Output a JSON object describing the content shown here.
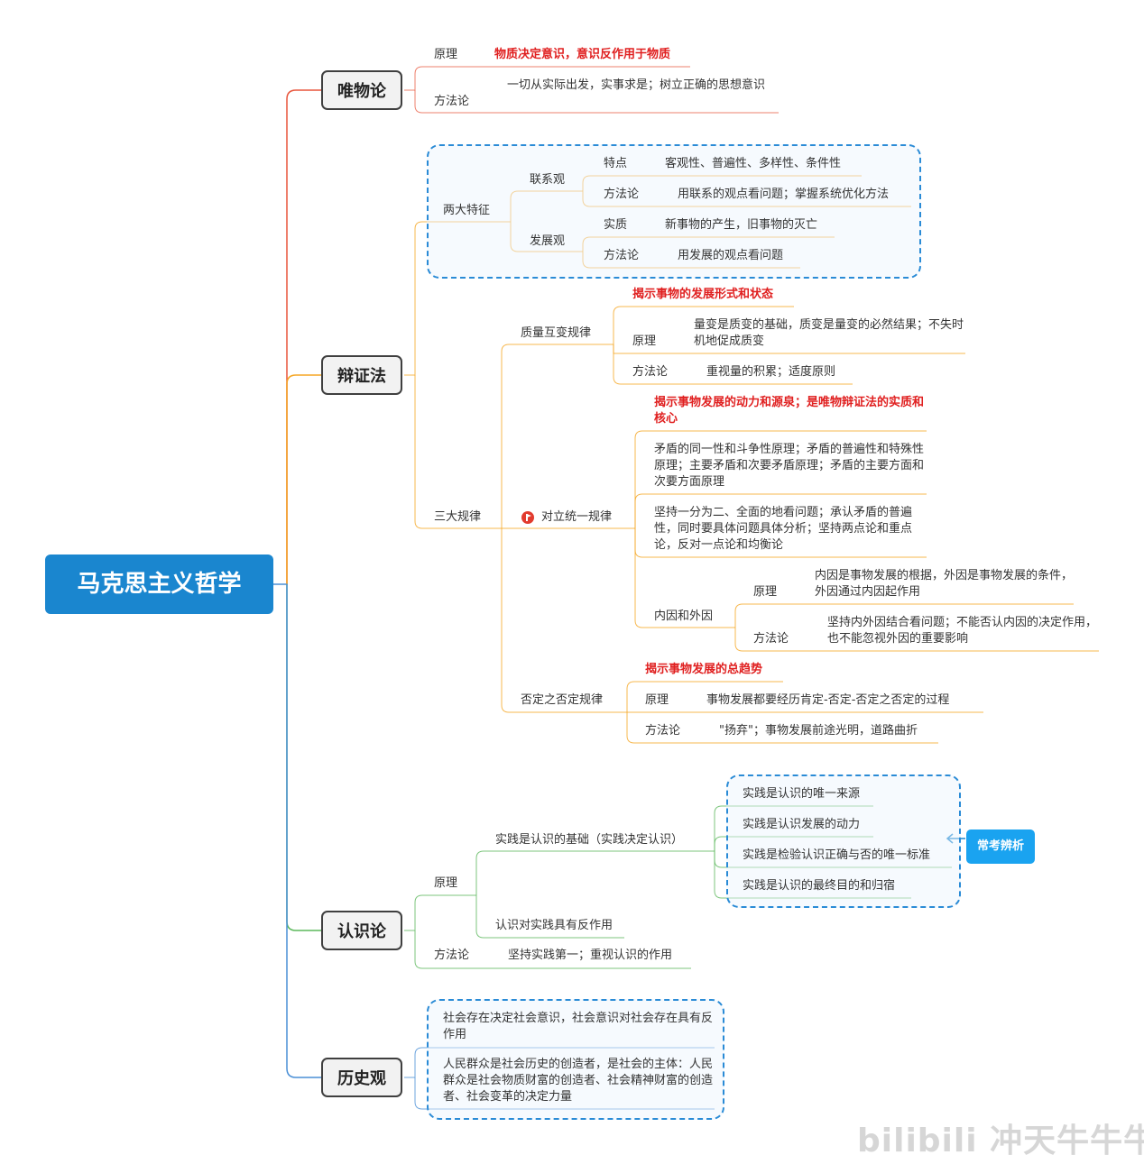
{
  "root": {
    "title": "马克思主义哲学"
  },
  "colors": {
    "root_bg": "#1a86cf",
    "materialism": "#e8553c",
    "dialectics": "#f5a623",
    "epistemology": "#5cb85c",
    "history": "#4a8fd6",
    "highlight_red": "#e02020",
    "tag_bg": "#1aa3f0"
  },
  "materialism": {
    "label": "唯物论",
    "principle_label": "原理",
    "principle": "物质决定意识，意识反作用于物质",
    "method_label": "方法论",
    "method": "一切从实际出发，实事求是；树立正确的思想意识"
  },
  "dialectics": {
    "label": "辩证法",
    "two_features": {
      "label": "两大特征",
      "connection": {
        "label": "联系观",
        "trait_label": "特点",
        "trait": "客观性、普遍性、多样性、条件性",
        "method_label": "方法论",
        "method": "用联系的观点看问题；掌握系统优化方法"
      },
      "development": {
        "label": "发展观",
        "essence_label": "实质",
        "essence": "新事物的产生，旧事物的灭亡",
        "method_label": "方法论",
        "method": "用发展的观点看问题"
      }
    },
    "three_laws": {
      "label": "三大规律",
      "quality": {
        "label": "质量互变规律",
        "note": "揭示事物的发展形式和状态",
        "principle_label": "原理",
        "principle": "量变是质变的基础，质变是量变的必然结果；不失时机地促成质变",
        "method_label": "方法论",
        "method": "重视量的积累；适度原则"
      },
      "unity": {
        "label": "对立统一规律",
        "icon": "flag-icon",
        "note": "揭示事物发展的动力和源泉；是唯物辩证法的实质和核心",
        "item1": "矛盾的同一性和斗争性原理；矛盾的普遍性和特殊性原理；主要矛盾和次要矛盾原理；矛盾的主要方面和次要方面原理",
        "item2": "坚持一分为二、全面的地看问题；承认矛盾的普遍性，同时要具体问题具体分析；坚持两点论和重点论，反对一点论和均衡论",
        "inner_outer": {
          "label": "内因和外因",
          "principle_label": "原理",
          "principle": "内因是事物发展的根据，外因是事物发展的条件，外因通过内因起作用",
          "method_label": "方法论",
          "method": "坚持内外因结合看问题；不能否认内因的决定作用，也不能忽视外因的重要影响"
        }
      },
      "negation": {
        "label": "否定之否定规律",
        "note": "揭示事物发展的总趋势",
        "principle_label": "原理",
        "principle": "事物发展都要经历肯定-否定-否定之否定的过程",
        "method_label": "方法论",
        "method": "\"扬弃\"；事物发展前途光明，道路曲折"
      }
    }
  },
  "epistemology": {
    "label": "认识论",
    "principle_label": "原理",
    "practice_basis": "实践是认识的基础（实践决定认识）",
    "practice_items": [
      "实践是认识的唯一来源",
      "实践是认识发展的动力",
      "实践是检验认识正确与否的唯一标准",
      "实践是认识的最终目的和归宿"
    ],
    "tag": "常考辨析",
    "reaction": "认识对实践具有反作用",
    "method_label": "方法论",
    "method": "坚持实践第一；重视认识的作用"
  },
  "history": {
    "label": "历史观",
    "item1": "社会存在决定社会意识，社会意识对社会存在具有反作用",
    "item2": "人民群众是社会历史的创造者，是社会的主体：人民群众是社会物质财富的创造者、社会精神财富的创造者、社会变革的决定力量"
  },
  "watermark": "bilibili 冲天牛牛牛"
}
